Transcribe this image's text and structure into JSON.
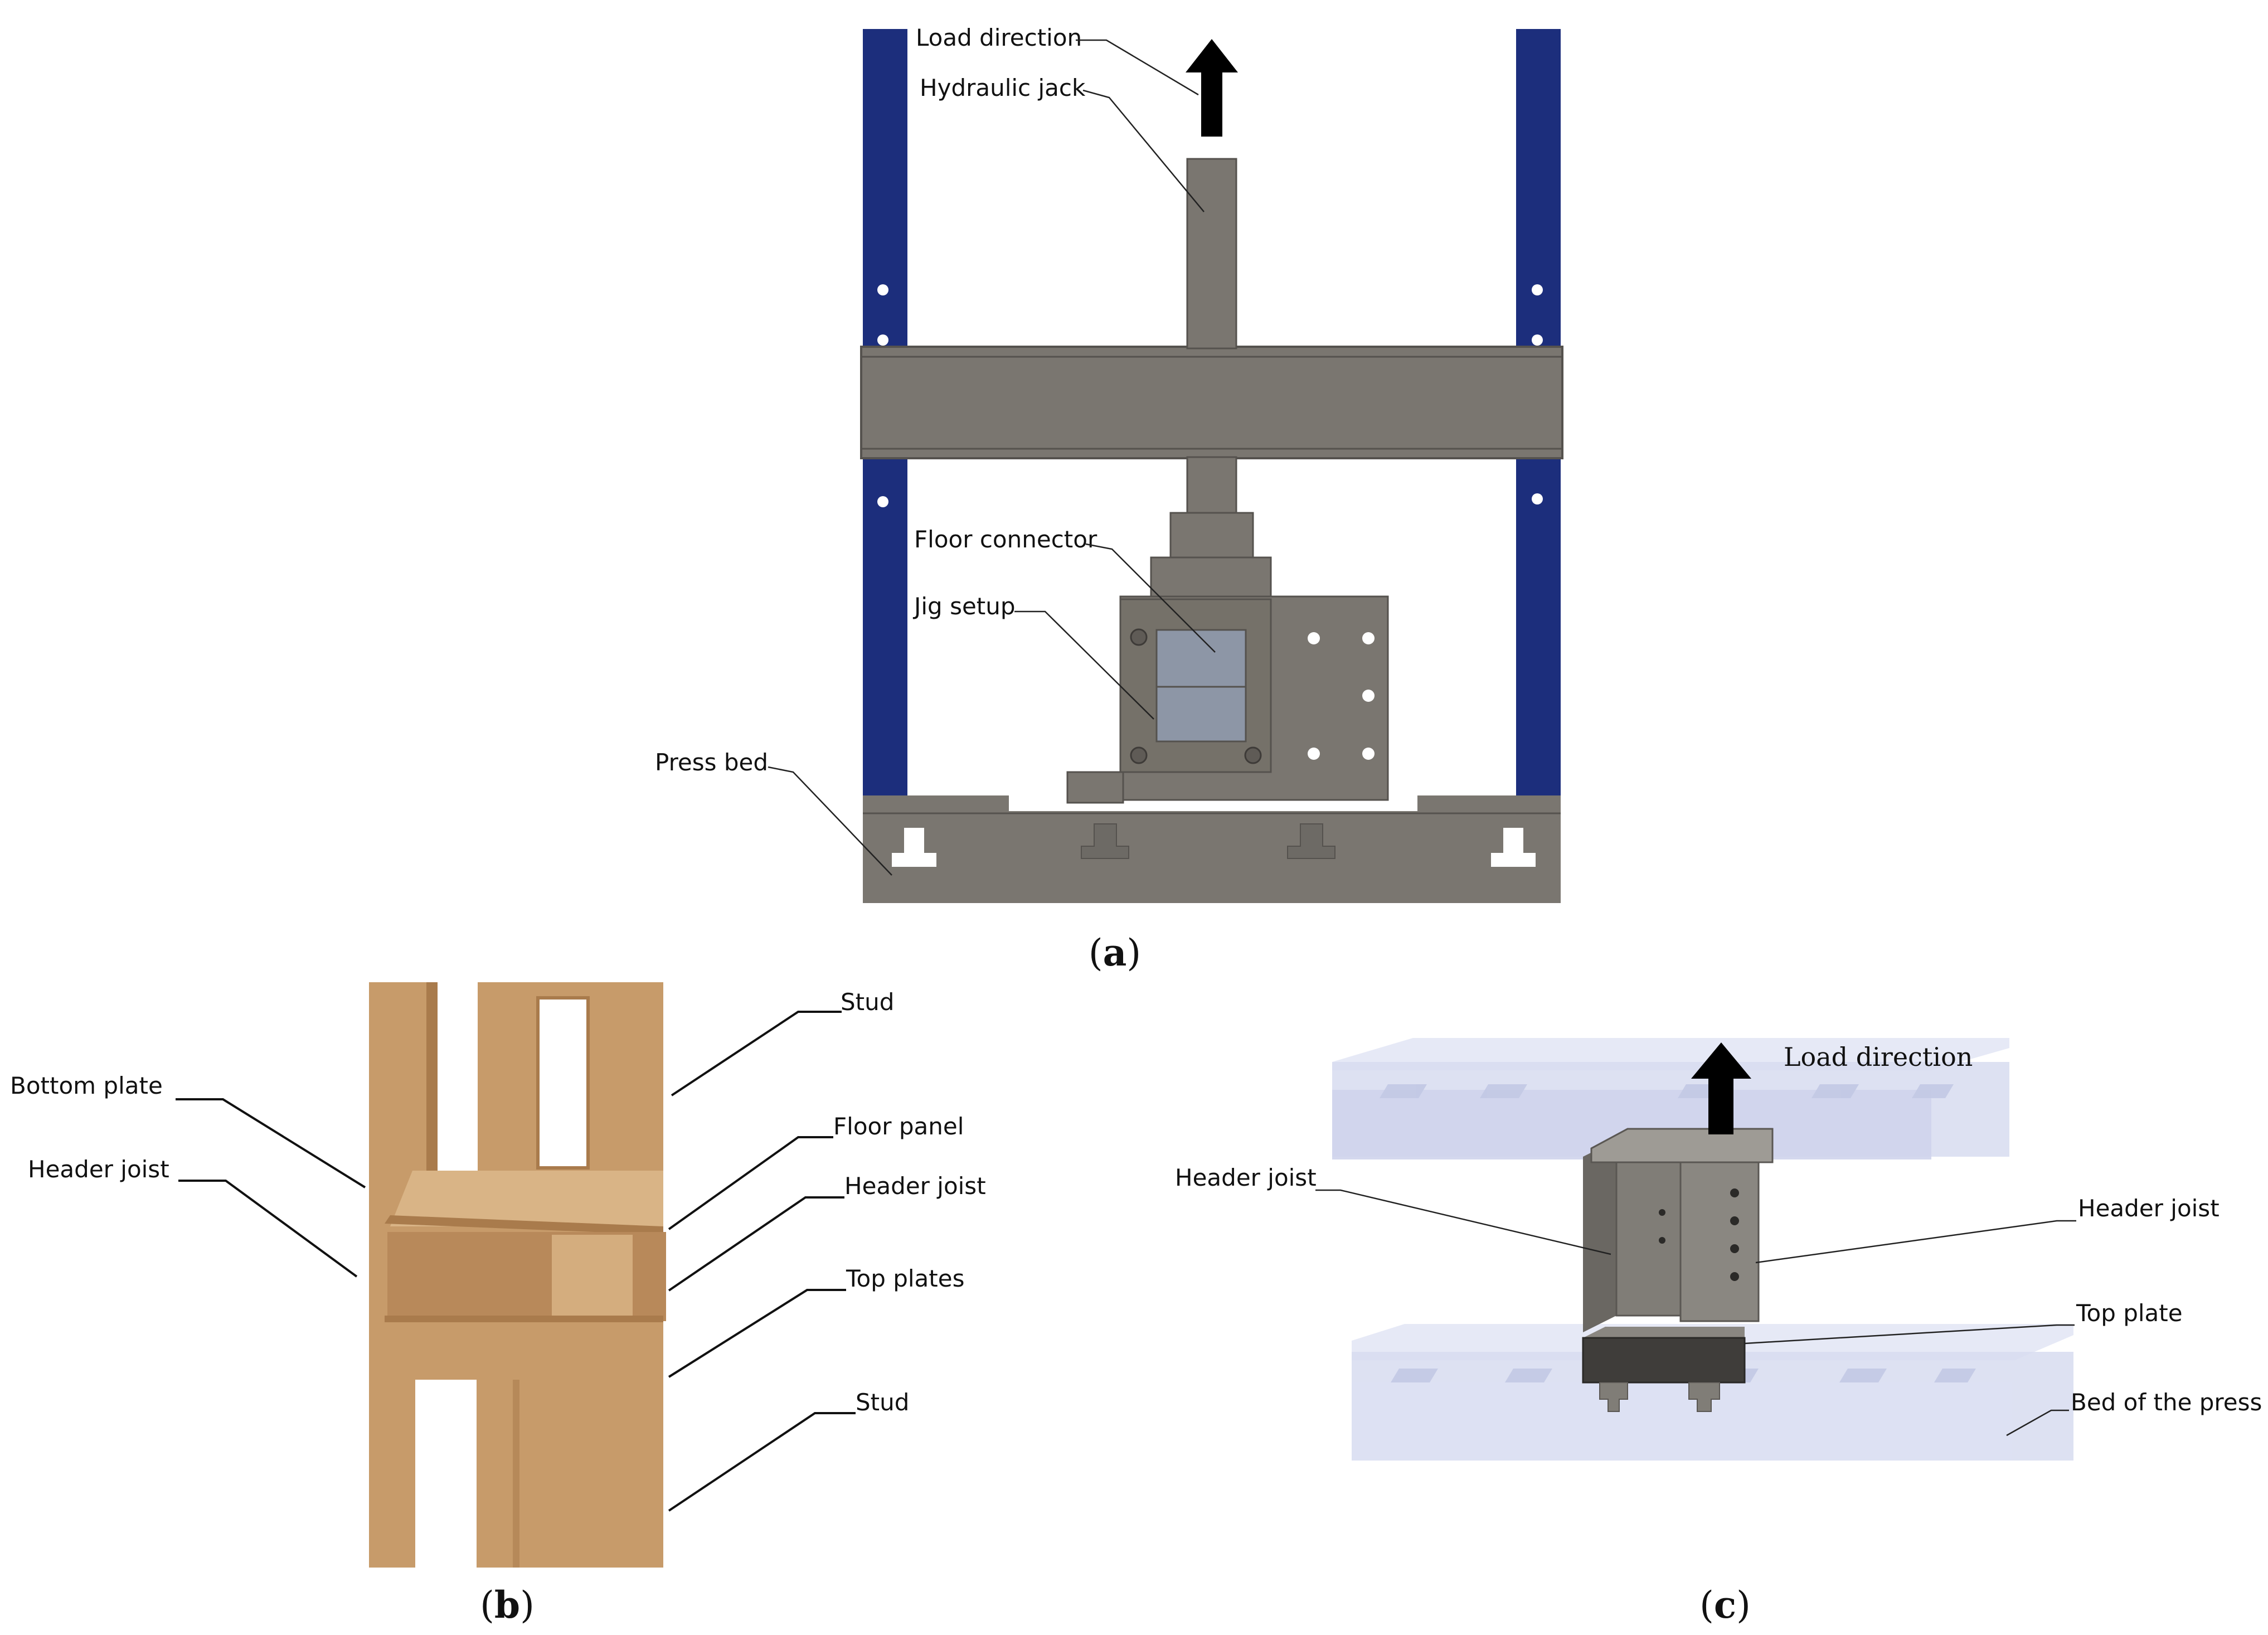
{
  "panel_a": {
    "caption_letter": "a",
    "labels": {
      "load_direction": "Load direction",
      "hydraulic_jack": "Hydraulic jack",
      "floor_connector": "Floor connector",
      "jig_setup": "Jig setup",
      "press_bed": "Press bed"
    },
    "colors": {
      "frame_column": "#1c2e7c",
      "steel": "#7a7670",
      "steel_dark": "#5f5b56",
      "glass": "#8d96a6"
    }
  },
  "panel_b": {
    "caption_letter": "b",
    "labels": {
      "bottom_plate": "Bottom plate",
      "header_joist_left": "Header joist",
      "stud_top": "Stud",
      "floor_panel": "Floor panel",
      "header_joist_right": "Header joist",
      "top_plates": "Top plates",
      "stud_bottom": "Stud"
    },
    "colors": {
      "wood": "#c79b6a",
      "wood_dark": "#a97b4c",
      "wood_light": "#d9b486"
    }
  },
  "panel_c": {
    "caption_letter": "c",
    "labels": {
      "load_direction": "Load direction",
      "header_joist_left": "Header joist",
      "header_joist_right": "Header joist",
      "top_plate": "Top plate",
      "bed_of_the_press": "Bed of the press"
    },
    "colors": {
      "transparent_bed": "#d7dcf0",
      "steel": "#807d77"
    }
  }
}
